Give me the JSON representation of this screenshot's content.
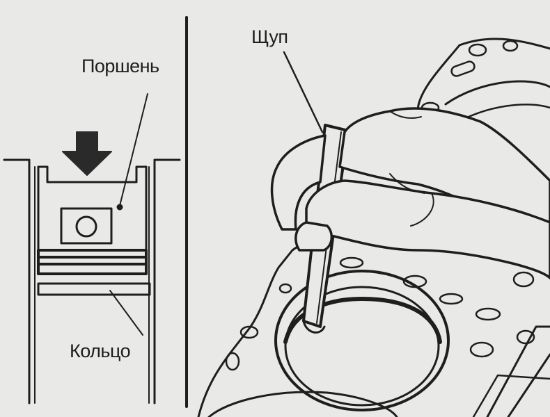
{
  "labels": {
    "piston": "Поршень",
    "ring": "Кольцо",
    "feeler_gauge": "Щуп"
  },
  "colors": {
    "background": "#e9e9e7",
    "ink": "#1e1e1e",
    "arrow": "#2a2a2a"
  },
  "icons": {
    "press_direction": "down-arrow-icon"
  }
}
